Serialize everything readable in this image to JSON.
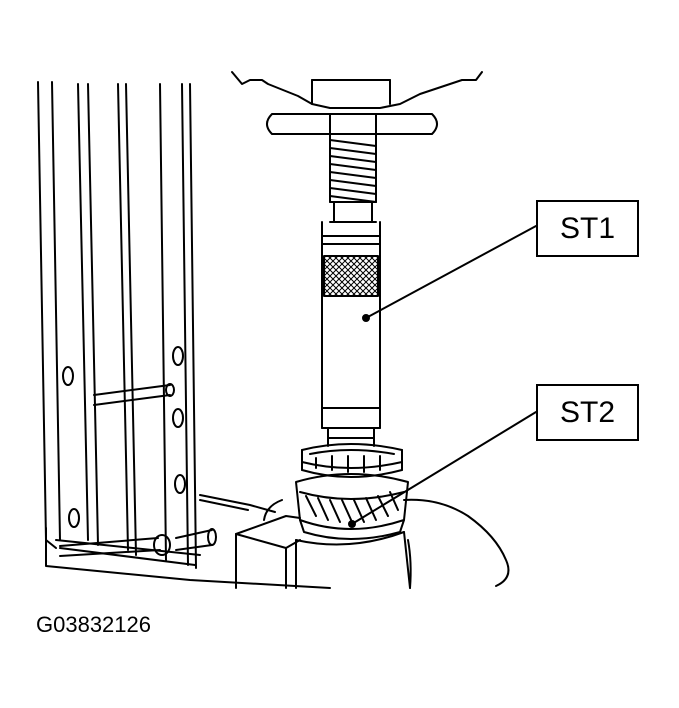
{
  "callouts": {
    "st1": "ST1",
    "st2": "ST2"
  },
  "figure_id": "G03832126",
  "colors": {
    "line": "#000000",
    "background": "#ffffff"
  }
}
